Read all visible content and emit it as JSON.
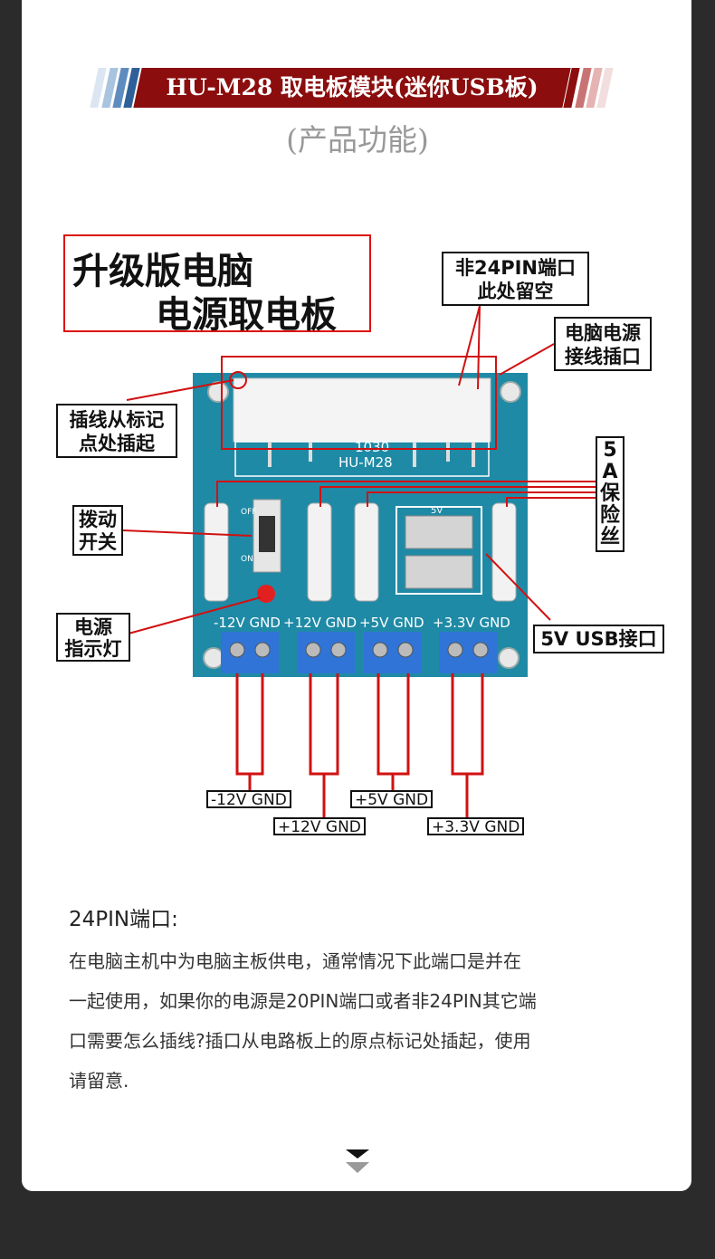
{
  "header": {
    "title": "HU-M28 取电板模块(迷你USB板)",
    "subtitle": "(产品功能)",
    "stripe_colors_left": [
      "#dbe6f2",
      "#a9c4df",
      "#5e8cbf",
      "#2f5f98"
    ],
    "stripe_colors_right": [
      "#8b0d0d",
      "#c97474",
      "#e6b3b3",
      "#f2dede"
    ],
    "banner_color": "#8b0d0d"
  },
  "diagram": {
    "main_label_line1": "升级版电脑",
    "main_label_line2": "电源取电板",
    "label_24pin_line1": "非24PIN端口",
    "label_24pin_line2": "此处留空",
    "label_power_line1": "电脑电源",
    "label_power_line2": "接线插口",
    "label_start_line1": "插线从标记",
    "label_start_line2": "点处插起",
    "label_switch_line1": "拨动",
    "label_switch_line2": "开关",
    "label_led_line1": "电源",
    "label_led_line2": "指示灯",
    "label_fuse": [
      "5",
      "A",
      "保",
      "险",
      "丝"
    ],
    "label_usb": "5V USB接口",
    "board_code": "1030",
    "board_name": "HU-M28",
    "usb_mark": "5V",
    "switch_off": "OFF",
    "switch_on": "ON",
    "term_labels": [
      "-12V GND",
      "+12V GND",
      "+5V GND",
      "+3.3V GND"
    ],
    "out_labels": [
      "-12V GND",
      "+12V GND",
      "+5V GND",
      "+3.3V GND"
    ],
    "pcb_color": "#1f8aa6",
    "terminal_color": "#2f74d6",
    "line_color": "#d11111"
  },
  "content": {
    "section_title": "24PIN端口:",
    "paragraph_lines": [
      "在电脑主机中为电脑主板供电，通常情况下此端口是并在",
      "一起使用，如果你的电源是20PIN端口或者非24PIN其它端",
      "口需要怎么插线?插口从电路板上的原点标记处插起，使用",
      "请留意."
    ]
  },
  "footer": {
    "scroll_icon": "chevron-down-icon"
  }
}
